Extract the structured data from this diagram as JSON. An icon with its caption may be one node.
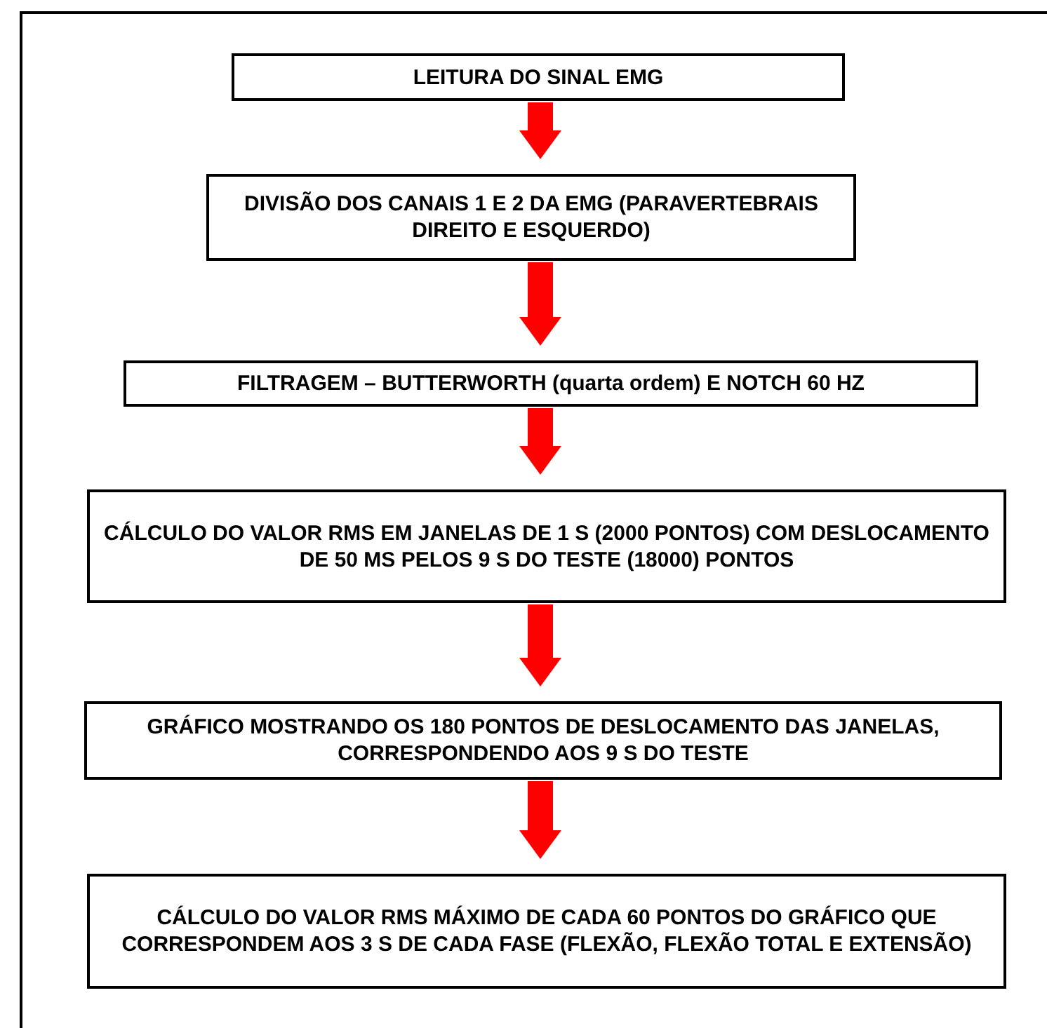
{
  "diagram": {
    "nodes": [
      {
        "text": [
          "LEITURA DO SINAL EMG"
        ]
      },
      {
        "text": [
          "DIVISÃO DOS CANAIS 1 E 2 DA EMG (PARAVERTEBRAIS DIREITO E ESQUERDO)"
        ]
      },
      {
        "text": [
          "FILTRAGEM – BUTTERWORTH (quarta ordem) E NOTCH 60 HZ"
        ]
      },
      {
        "text": [
          "CÁLCULO DO VALOR RMS EM JANELAS DE 1 S (2000 PONTOS) COM DESLOCAMENTO DE 50 MS PELOS 9 S DO TESTE (18000) PONTOS"
        ]
      },
      {
        "text": [
          "GRÁFICO MOSTRANDO OS 180 PONTOS DE DESLOCAMENTO DAS JANELAS, CORRESPONDENDO AOS 9 S DO TESTE"
        ]
      },
      {
        "text": [
          "CÁLCULO DO VALOR RMS MÁXIMO DE CADA 60 PONTOS DO GRÁFICO QUE CORRESPONDEM AOS 3 S DE CADA FASE (FLEXÃO, FLEXÃO TOTAL E EXTENSÃO)"
        ]
      }
    ],
    "edges": [
      {
        "from": 0,
        "to": 1,
        "arrow": "to"
      },
      {
        "from": 1,
        "to": 2,
        "arrow": "to"
      },
      {
        "from": 2,
        "to": 3,
        "arrow": "to"
      },
      {
        "from": 3,
        "to": 4,
        "arrow": "to"
      },
      {
        "from": 4,
        "to": 5,
        "arrow": "to"
      }
    ]
  }
}
